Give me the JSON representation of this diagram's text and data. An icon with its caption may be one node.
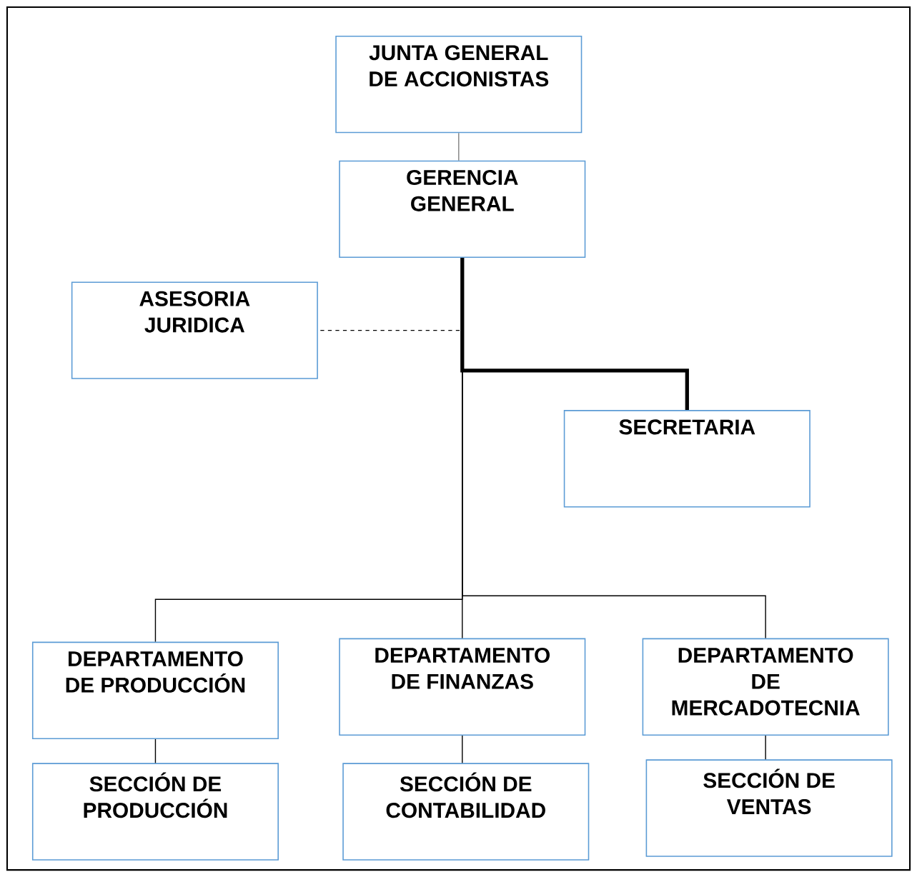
{
  "diagram": {
    "nodes": [
      {
        "text": [
          "JUNTA GENERAL DE ACCIONISTAS"
        ]
      },
      {
        "text": [
          "GERENCIA GENERAL"
        ]
      },
      {
        "text": [
          "ASESORIA JURIDICA"
        ]
      },
      {
        "text": [
          "SECRETARIA"
        ]
      },
      {
        "text": [
          "DEPARTAMENTO DE PRODUCCIÓN"
        ]
      },
      {
        "text": [
          "DEPARTAMENTO DE FINANZAS"
        ]
      },
      {
        "text": [
          "DEPARTAMENTO DE MERCADOTECNIA"
        ]
      },
      {
        "text": [
          "SECCIÓN DE PRODUCCIÓN"
        ]
      },
      {
        "text": [
          "SECCIÓN DE CONTABILIDAD"
        ]
      },
      {
        "text": [
          "SECCIÓN DE VENTAS"
        ]
      }
    ],
    "edges": [
      {
        "from": 0,
        "to": 1,
        "arrow": "none",
        "color": "#808080"
      },
      {
        "from": 1,
        "to": 2,
        "arrow": "none",
        "style": "dashed"
      },
      {
        "from": 1,
        "to": 3,
        "arrow": "none",
        "style": "thick"
      },
      {
        "from": 1,
        "to": 4,
        "arrow": "none"
      },
      {
        "from": 1,
        "to": 5,
        "arrow": "none"
      },
      {
        "from": 1,
        "to": 6,
        "arrow": "none"
      },
      {
        "from": 4,
        "to": 7,
        "arrow": "none"
      },
      {
        "from": 5,
        "to": 8,
        "arrow": "none"
      },
      {
        "from": 6,
        "to": 9,
        "arrow": "none"
      }
    ]
  }
}
